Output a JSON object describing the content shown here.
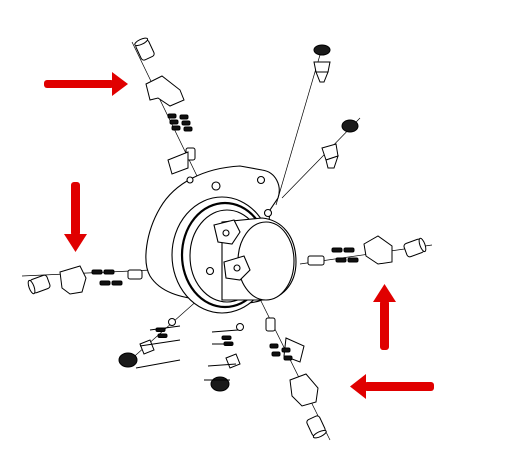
{
  "figure": {
    "type": "exploded-assembly-drawing",
    "background_color": "#ffffff",
    "line_color": "#000000",
    "fill_colors": {
      "part": "#ffffff",
      "dark_part": "#1a1a1a",
      "spring": "#111111"
    },
    "annotation_arrows": [
      {
        "id": "top-left",
        "direction": "right",
        "color": "#e00000"
      },
      {
        "id": "left",
        "direction": "down",
        "color": "#e00000"
      },
      {
        "id": "right",
        "direction": "up",
        "color": "#e00000"
      },
      {
        "id": "bottom-right",
        "direction": "left",
        "color": "#e00000"
      }
    ]
  }
}
